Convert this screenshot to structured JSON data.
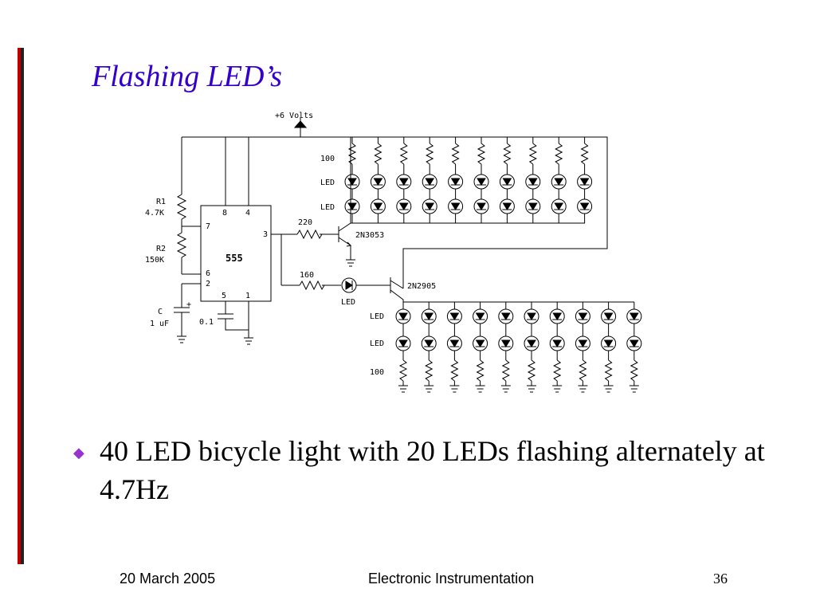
{
  "slide": {
    "title": "Flashing LED’s",
    "bullet_text": "40 LED bicycle light with 20 LEDs flashing alternately at 4.7Hz",
    "bullet_glyph": "◆",
    "accent_colors": {
      "title": "#3300cc",
      "bullet": "#9933cc",
      "bar": "#c00000"
    }
  },
  "footer": {
    "date": "20 March 2005",
    "course": "Electronic Instrumentation",
    "page_number": "36"
  },
  "schematic": {
    "supply": "+6 Volts",
    "r1_name": "R1",
    "r1_value": "4.7K",
    "r2_name": "R2",
    "r2_value": "150K",
    "c_name": "C",
    "c_value": "1 uF",
    "c2_value": "0.1",
    "cap_polarity": "+",
    "ic_label": "555",
    "pins": {
      "p8": "8",
      "p4": "4",
      "p7": "7",
      "p3": "3",
      "p6": "6",
      "p2": "2",
      "p5": "5",
      "p1": "1"
    },
    "r_base1": "220",
    "r_base2": "160",
    "transistor_npn": "2N3053",
    "transistor_pnp": "2N2905",
    "led_label": "LED",
    "r_top_led": "100",
    "r_bottom_led": "100",
    "leds_per_row": 10,
    "led_rows_per_bank": 2
  }
}
